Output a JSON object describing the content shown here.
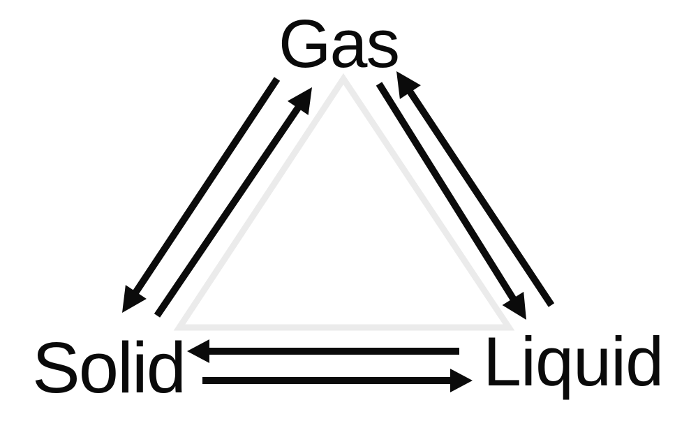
{
  "diagram": {
    "background_color": "#ffffff",
    "text_color": "#0a0a0a",
    "arrow_color": "#0b0b0b",
    "triangle_outline_color": "#ebebeb",
    "nodes": {
      "gas": {
        "label": "Gas",
        "position": "top-center"
      },
      "solid": {
        "label": "Solid",
        "position": "bottom-left"
      },
      "liquid": {
        "label": "Liquid",
        "position": "bottom-right"
      }
    },
    "edges": [
      {
        "from": "Solid",
        "to": "Gas"
      },
      {
        "from": "Gas",
        "to": "Solid"
      },
      {
        "from": "Liquid",
        "to": "Gas"
      },
      {
        "from": "Gas",
        "to": "Liquid"
      },
      {
        "from": "Liquid",
        "to": "Solid"
      },
      {
        "from": "Solid",
        "to": "Liquid"
      }
    ]
  }
}
